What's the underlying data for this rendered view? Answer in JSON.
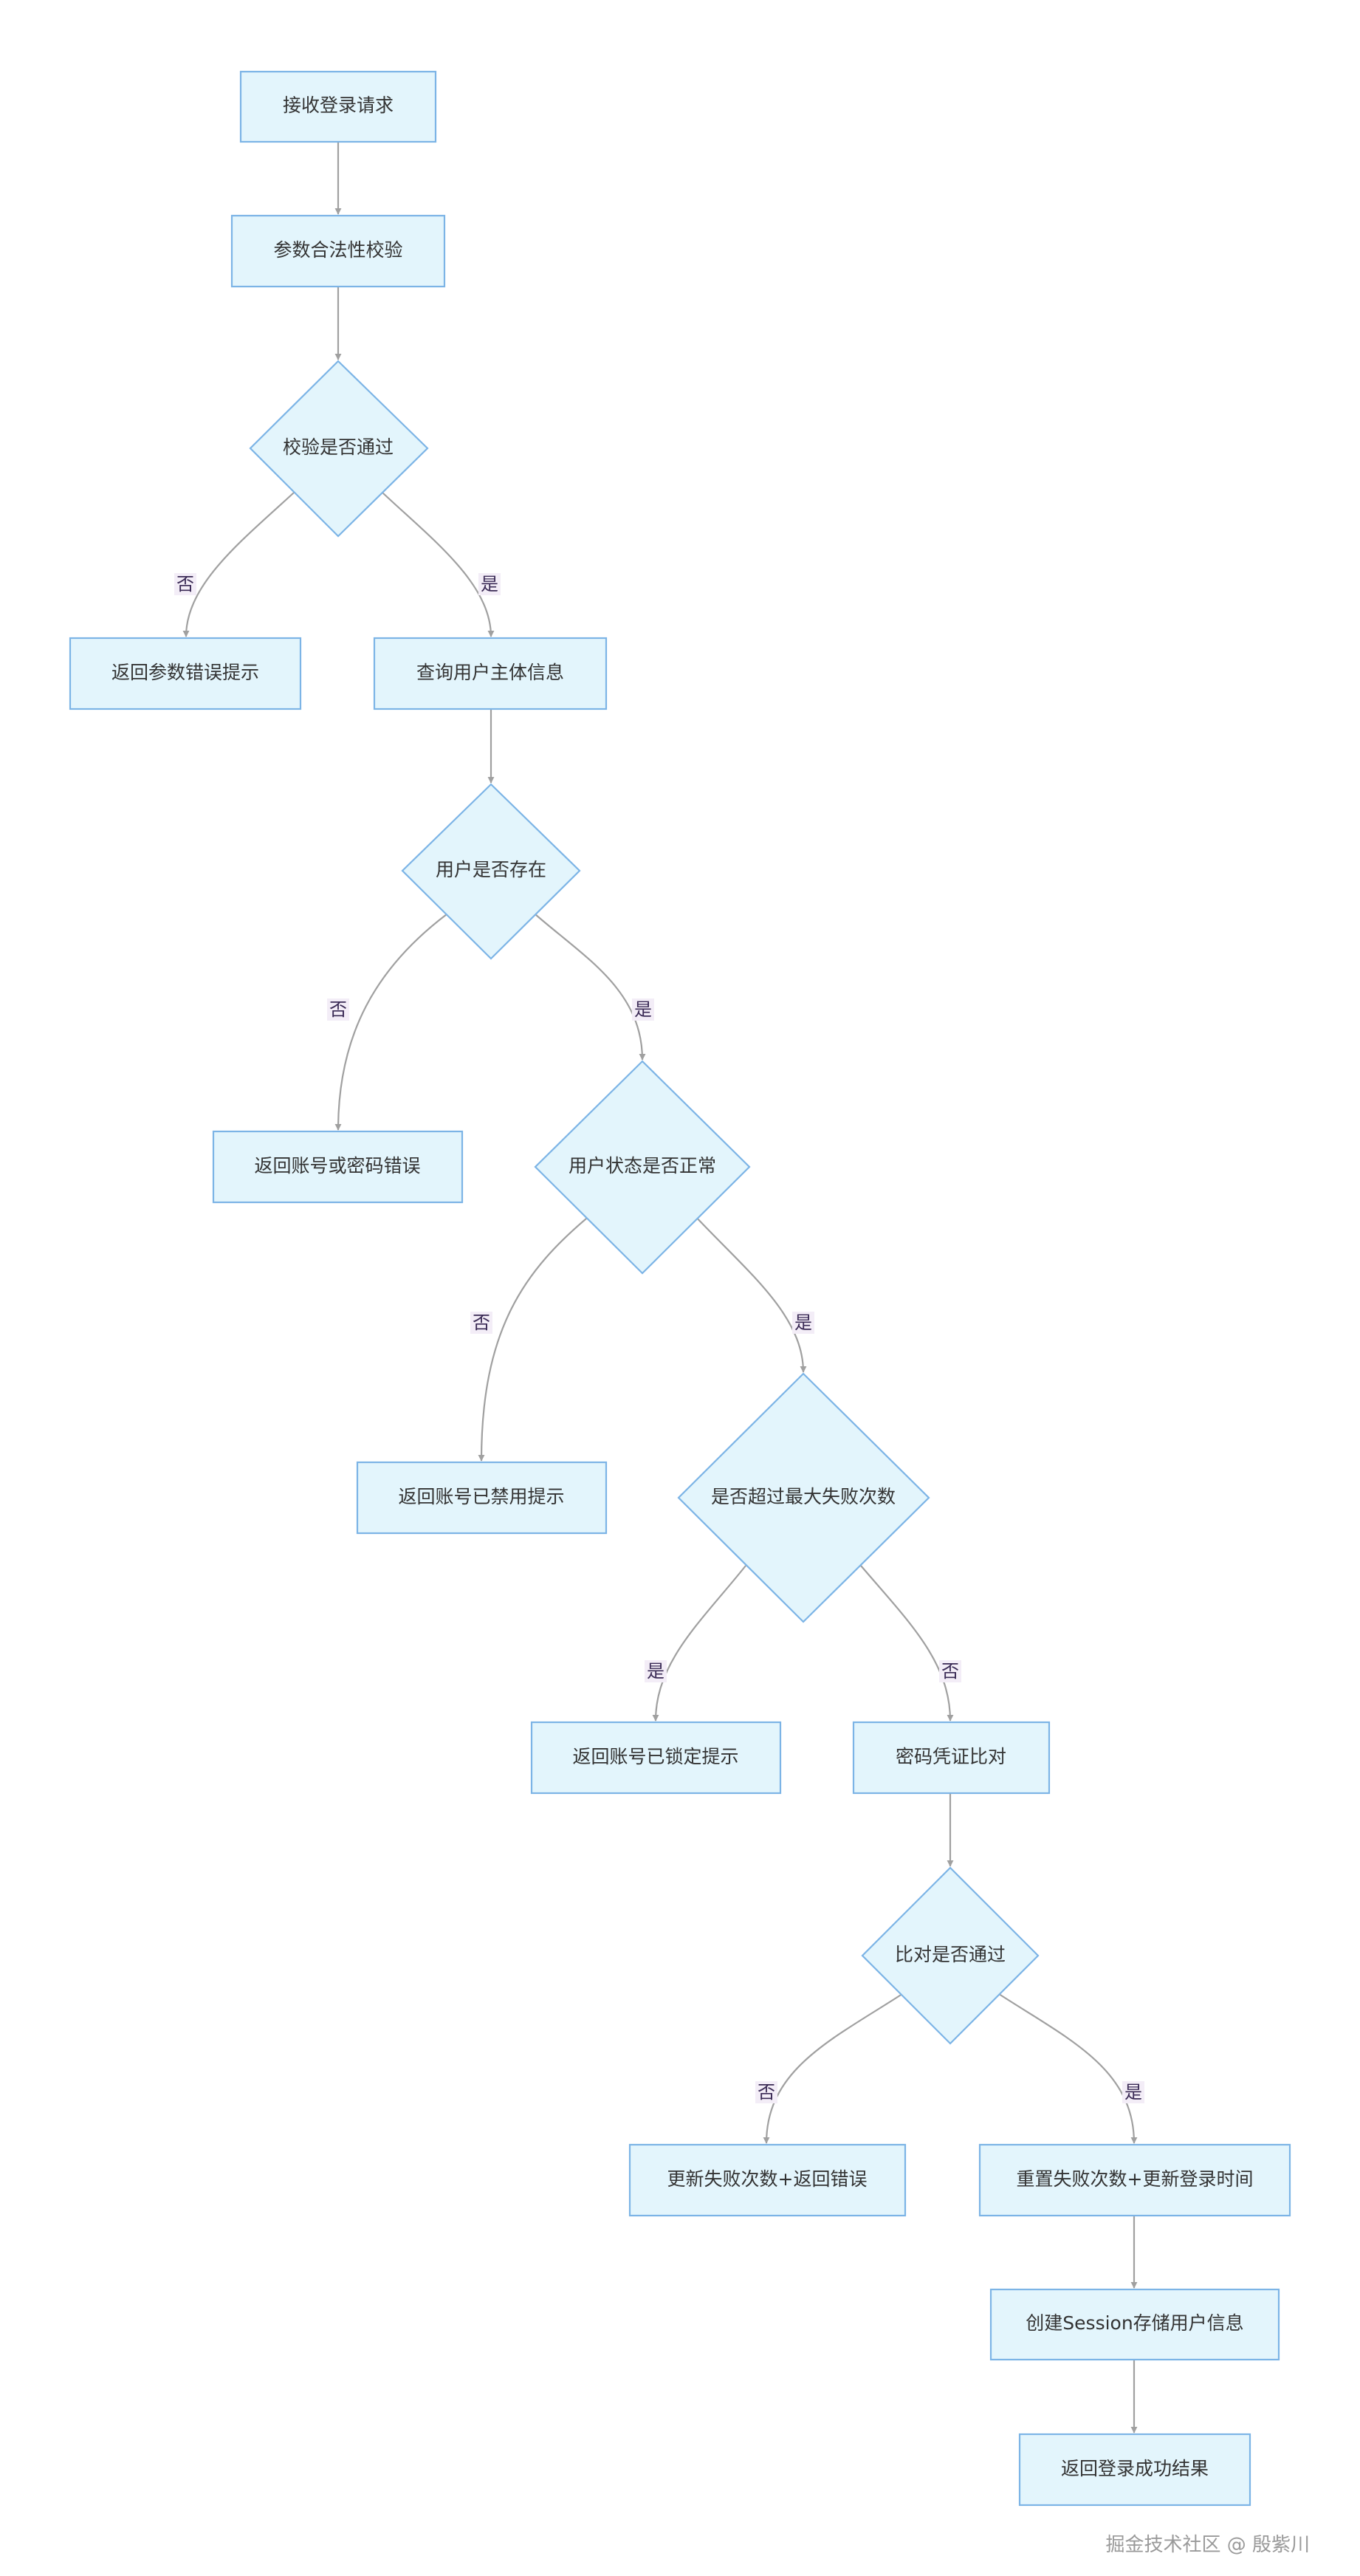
{
  "nodes": {
    "receive": "接收登录请求",
    "validate": "参数合法性校验",
    "validate_ok": "校验是否通过",
    "param_error": "返回参数错误提示",
    "query_user": "查询用户主体信息",
    "user_exists": "用户是否存在",
    "account_pwd_error": "返回账号或密码错误",
    "status_normal": "用户状态是否正常",
    "disabled": "返回账号已禁用提示",
    "over_max_fail": "是否超过最大失败次数",
    "locked": "返回账号已锁定提示",
    "pwd_compare": "密码凭证比对",
    "compare_ok": "比对是否通过",
    "update_fail": "更新失败次数+返回错误",
    "reset_fail": "重置失败次数+更新登录时间",
    "create_session": "创建Session存储用户信息",
    "return_success": "返回登录成功结果"
  },
  "edge_labels": {
    "yes": "是",
    "no": "否"
  },
  "watermark": "掘金技术社区 @ 殷紫川"
}
